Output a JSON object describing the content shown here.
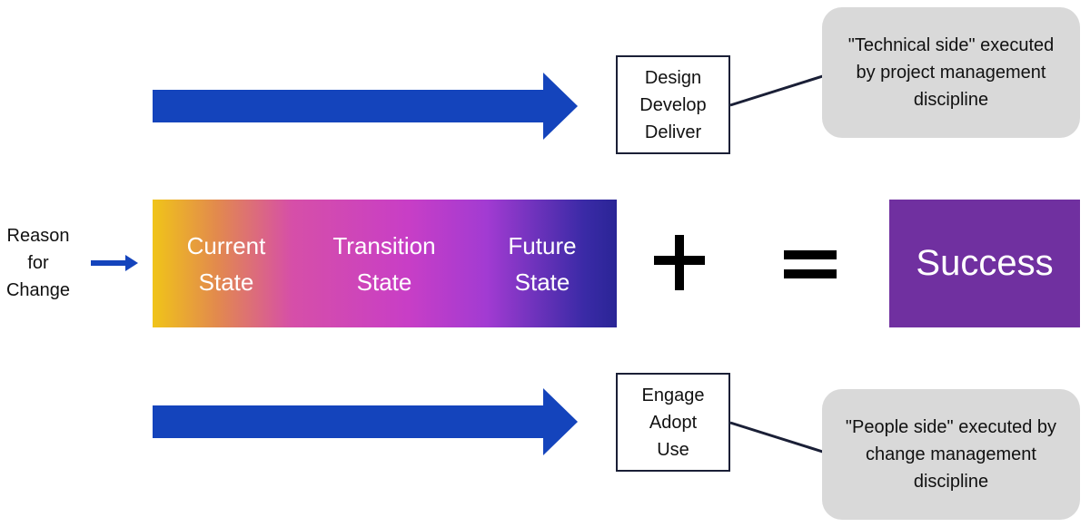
{
  "reason": {
    "lines": [
      "Reason",
      "for",
      "Change"
    ]
  },
  "top_box": {
    "lines": [
      "Design",
      "Develop",
      "Deliver"
    ]
  },
  "top_callout": {
    "lines": [
      "\"Technical side\" executed",
      "by project management",
      "discipline"
    ]
  },
  "band": {
    "current": [
      "Current",
      "State"
    ],
    "transition": [
      "Transition",
      "State"
    ],
    "future": [
      "Future",
      "State"
    ]
  },
  "operators": {
    "plus": "+",
    "equals": "="
  },
  "success": {
    "label": "Success"
  },
  "bottom_box": {
    "lines": [
      "Engage",
      "Adopt",
      "Use"
    ]
  },
  "bottom_callout": {
    "lines": [
      "\"People side\" executed by",
      "change management",
      "discipline"
    ]
  },
  "colors": {
    "arrow_blue": "#1444bc",
    "success_purple": "#7030a0",
    "callout_gray": "#d9d9d9",
    "gradient_start": "#f0c419",
    "gradient_end": "#2a2596"
  }
}
